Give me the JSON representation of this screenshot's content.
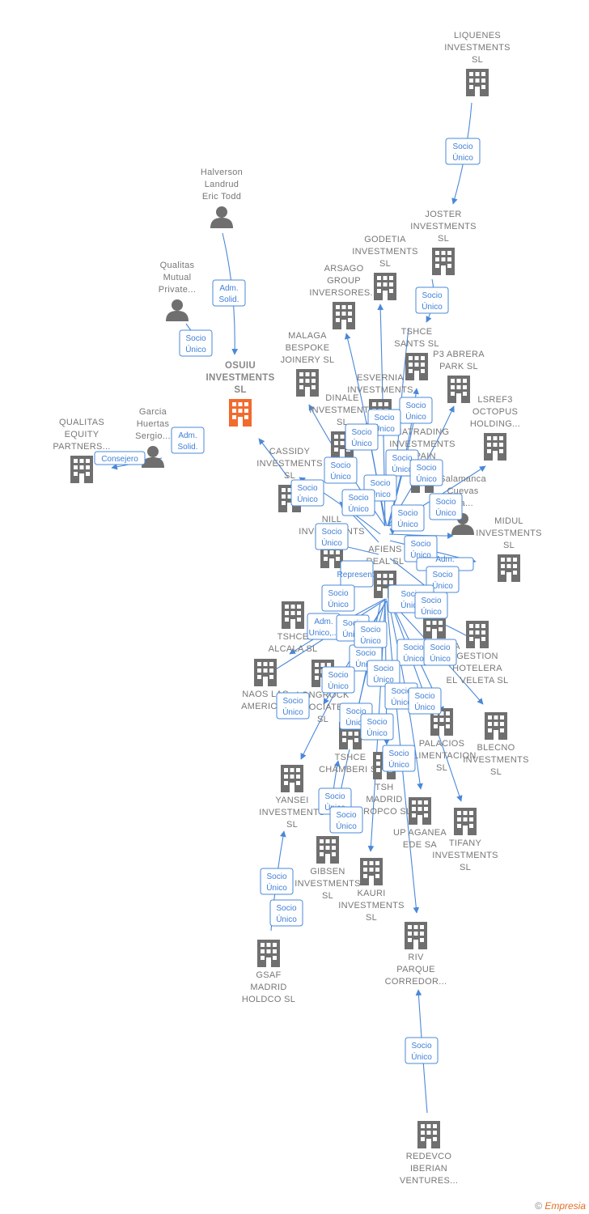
{
  "colors": {
    "edge": "#4a88d8",
    "node": "#6f6f6f",
    "focus": "#f26a2e",
    "label": "#777777"
  },
  "nodes": [
    {
      "id": "liquenes",
      "type": "company",
      "lines": [
        "LIQUENES",
        "INVESTMENTS",
        "SL"
      ]
    },
    {
      "id": "joster",
      "type": "company",
      "lines": [
        "JOSTER",
        "INVESTMENTS",
        "SL"
      ]
    },
    {
      "id": "godetia",
      "type": "company",
      "lines": [
        "GODETIA",
        "INVESTMENTS",
        "SL"
      ]
    },
    {
      "id": "arsago",
      "type": "company",
      "lines": [
        "ARSAGO",
        "GROUP",
        "INVERSORES..."
      ]
    },
    {
      "id": "halverson",
      "type": "person",
      "lines": [
        "Halverson",
        "Landrud",
        "Eric Todd"
      ]
    },
    {
      "id": "qualitas_mp",
      "type": "person",
      "lines": [
        "Qualitas",
        "Mutual",
        "Private..."
      ]
    },
    {
      "id": "osuiu",
      "type": "focus",
      "lines": [
        "OSUIU",
        "INVESTMENTS",
        "SL"
      ]
    },
    {
      "id": "garcia",
      "type": "person",
      "lines": [
        "Garcia",
        "Huertas",
        "Sergio..."
      ]
    },
    {
      "id": "qualitas_ep",
      "type": "company",
      "lines": [
        "QUALITAS",
        "EQUITY",
        "PARTNERS..."
      ]
    },
    {
      "id": "malaga",
      "type": "company",
      "lines": [
        "MALAGA",
        "BESPOKE",
        "JOINERY  SL"
      ]
    },
    {
      "id": "esvernia",
      "type": "company",
      "lines": [
        "ESVERNIA",
        "INVESTMENTS"
      ]
    },
    {
      "id": "tshce_sants",
      "type": "company",
      "lines": [
        "TSHCE",
        "SANTS  SL"
      ]
    },
    {
      "id": "p3abrera",
      "type": "company",
      "lines": [
        "P3 ABRERA",
        "PARK  SL"
      ]
    },
    {
      "id": "dinale",
      "type": "company",
      "lines": [
        "DINALE",
        "INVESTMENTS",
        "SL"
      ]
    },
    {
      "id": "lsref3",
      "type": "company",
      "lines": [
        "LSREF3",
        "OCTOPUS",
        "HOLDING..."
      ]
    },
    {
      "id": "natrading",
      "type": "company",
      "lines": [
        "NATRADING",
        "INVESTMENTS",
        "SPAIN"
      ]
    },
    {
      "id": "cassidy",
      "type": "company",
      "lines": [
        "CASSIDY",
        "INVESTMENTS",
        "SL"
      ]
    },
    {
      "id": "salamanca",
      "type": "person",
      "lines": [
        "Salamanca",
        "Cuevas",
        "Ma..."
      ]
    },
    {
      "id": "nill",
      "type": "company",
      "lines": [
        "NILL",
        "INVESTMENTS"
      ]
    },
    {
      "id": "midul",
      "type": "company",
      "lines": [
        "MIDUL",
        "INVESTMENTS",
        "SL"
      ]
    },
    {
      "id": "afiens",
      "type": "company",
      "lines": [
        "AFIENS",
        "REAL  SL"
      ]
    },
    {
      "id": "tshce_alcala",
      "type": "company",
      "lines": [
        "TSHCE",
        "ALCALA  SL"
      ]
    },
    {
      "id": "gestion",
      "type": "company",
      "lines": [
        "GESTION",
        "HOTELERA",
        "EL VELETA  SL"
      ]
    },
    {
      "id": "espana_sa",
      "type": "company",
      "lines": [
        "ESPANA SA"
      ]
    },
    {
      "id": "naos",
      "type": "company",
      "lines": [
        "NAOS LAS",
        "AMERICAS"
      ]
    },
    {
      "id": "longrock",
      "type": "company",
      "lines": [
        "LONGROCK",
        "ASOCIATES",
        "SL"
      ]
    },
    {
      "id": "palacios",
      "type": "company",
      "lines": [
        "PALACIOS",
        "ALIMENTACION",
        "SL"
      ]
    },
    {
      "id": "blecno",
      "type": "company",
      "lines": [
        "BLECNO",
        "INVESTMENTS",
        "SL"
      ]
    },
    {
      "id": "tshce_chamberi",
      "type": "company",
      "lines": [
        "TSHCE",
        "CHAMBERI  SL"
      ]
    },
    {
      "id": "yansei",
      "type": "company",
      "lines": [
        "YANSEI",
        "INVESTMENTS",
        "SL"
      ]
    },
    {
      "id": "tsh_madrid",
      "type": "company",
      "lines": [
        "TSH",
        "MADRID",
        "PROPCO  SL"
      ]
    },
    {
      "id": "uptaganea",
      "type": "company",
      "lines": [
        "UP AGANEA",
        "EDE SA"
      ]
    },
    {
      "id": "tifany",
      "type": "company",
      "lines": [
        "TIFANY",
        "INVESTMENTS",
        "SL"
      ]
    },
    {
      "id": "gibsen",
      "type": "company",
      "lines": [
        "GIBSEN",
        "INVESTMENTS",
        "SL"
      ]
    },
    {
      "id": "kauri",
      "type": "company",
      "lines": [
        "KAURI",
        "INVESTMENTS",
        "SL"
      ]
    },
    {
      "id": "gsaf",
      "type": "company",
      "lines": [
        "GSAF",
        "MADRID",
        "HOLDCO  SL"
      ]
    },
    {
      "id": "riv",
      "type": "company",
      "lines": [
        "RIV",
        "PARQUE",
        "CORREDOR..."
      ]
    },
    {
      "id": "redevco",
      "type": "company",
      "lines": [
        "REDEVCO",
        "IBERIAN",
        "VENTURES..."
      ]
    }
  ],
  "relations": [
    {
      "lines": [
        "Socio",
        "Único"
      ]
    },
    {
      "lines": [
        "Adm.",
        "Solid."
      ]
    },
    {
      "lines": [
        "Socio",
        "Único"
      ]
    },
    {
      "lines": [
        "Adm.",
        "Solid."
      ]
    },
    {
      "lines": [
        "Consejero"
      ]
    },
    {
      "lines": [
        "Socio",
        "Único"
      ]
    },
    {
      "lines": [
        "Socio",
        "Único"
      ]
    },
    {
      "lines": [
        "Socio",
        "Único"
      ]
    },
    {
      "lines": [
        "Socio",
        "Único"
      ]
    },
    {
      "lines": [
        "Socio",
        "Único"
      ]
    },
    {
      "lines": [
        "Socio",
        "Único"
      ]
    },
    {
      "lines": [
        "Socio",
        "Único"
      ]
    },
    {
      "lines": [
        "Socio",
        "Único"
      ]
    },
    {
      "lines": [
        "Socio",
        "Único"
      ]
    },
    {
      "lines": [
        "Socio",
        "Único"
      ]
    },
    {
      "lines": [
        "Socio",
        "Único"
      ]
    },
    {
      "lines": [
        "Socio",
        "Único"
      ]
    },
    {
      "lines": [
        "Socio",
        "Único"
      ]
    },
    {
      "lines": [
        "Socio",
        "Único"
      ]
    },
    {
      "lines": [
        "Adm.",
        "Unico"
      ]
    },
    {
      "lines": [
        "Represent."
      ]
    },
    {
      "lines": [
        "Socio",
        "Único"
      ]
    },
    {
      "lines": [
        "Socio",
        "Único"
      ]
    },
    {
      "lines": [
        "Socio",
        "Único"
      ]
    },
    {
      "lines": [
        "Adm.",
        "Unico,..."
      ]
    },
    {
      "lines": [
        "Socio",
        "Único"
      ]
    },
    {
      "lines": [
        "Socio",
        "Único"
      ]
    },
    {
      "lines": [
        "Socio",
        "Único"
      ]
    },
    {
      "lines": [
        "Socio",
        "Único"
      ]
    },
    {
      "lines": [
        "Socio",
        "Único"
      ]
    },
    {
      "lines": [
        "Socio",
        "Único"
      ]
    },
    {
      "lines": [
        "Socio",
        "Único"
      ]
    },
    {
      "lines": [
        "Socio",
        "Único"
      ]
    },
    {
      "lines": [
        "Socio",
        "Único"
      ]
    },
    {
      "lines": [
        "Socio",
        "Único"
      ]
    },
    {
      "lines": [
        "Socio",
        "Único"
      ]
    },
    {
      "lines": [
        "Socio",
        "Único"
      ]
    },
    {
      "lines": [
        "Socio",
        "Único"
      ]
    },
    {
      "lines": [
        "Socio",
        "Único"
      ]
    },
    {
      "lines": [
        "Socio",
        "Único"
      ]
    },
    {
      "lines": [
        "Socio",
        "Único"
      ]
    },
    {
      "lines": [
        "Socio",
        "Único"
      ]
    },
    {
      "lines": [
        "Socio",
        "Único"
      ]
    },
    {
      "lines": [
        "Socio",
        "Único"
      ]
    }
  ],
  "footer": {
    "copyright": "©",
    "brand": "Empresia"
  }
}
